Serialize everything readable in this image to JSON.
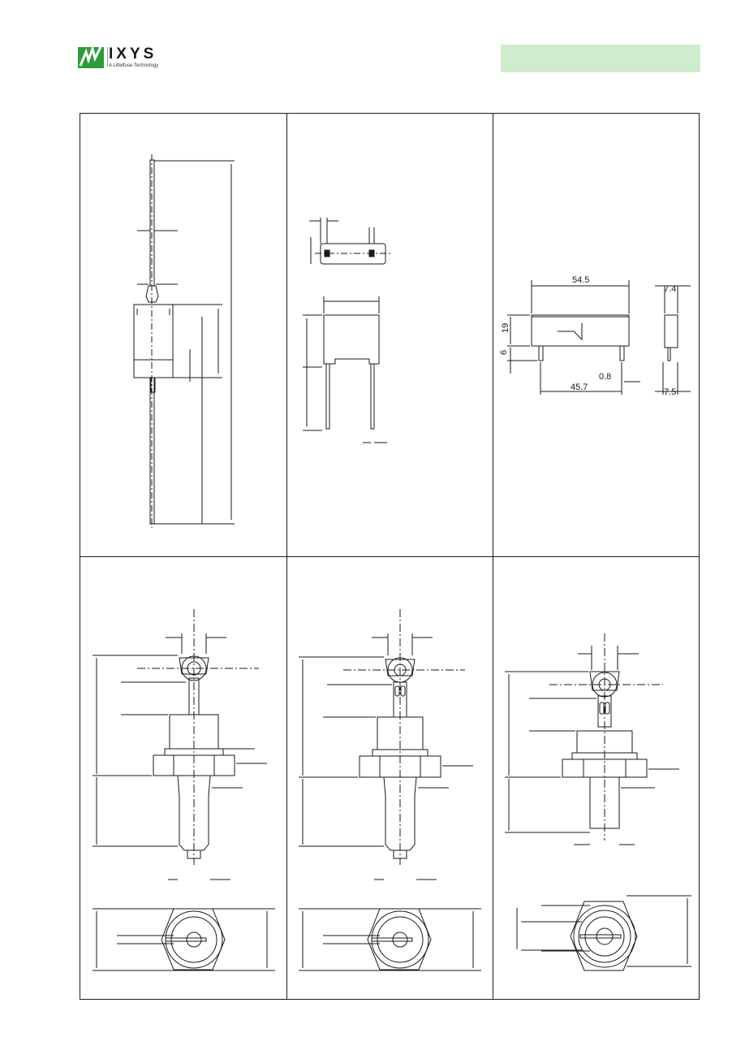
{
  "header": {
    "brand": "IXYS",
    "tagline": "A Littelfuse Technology",
    "accent_color": "#cfeccc",
    "logo_color": "#2a9d3a"
  },
  "drawings": {
    "panel_3": {
      "length": "54.5",
      "height": "19",
      "pin_height": "6",
      "pin_pitch": "45.7",
      "pin_width": "0.8",
      "depth_top": "7.4",
      "depth_bottom": "7.5"
    }
  }
}
